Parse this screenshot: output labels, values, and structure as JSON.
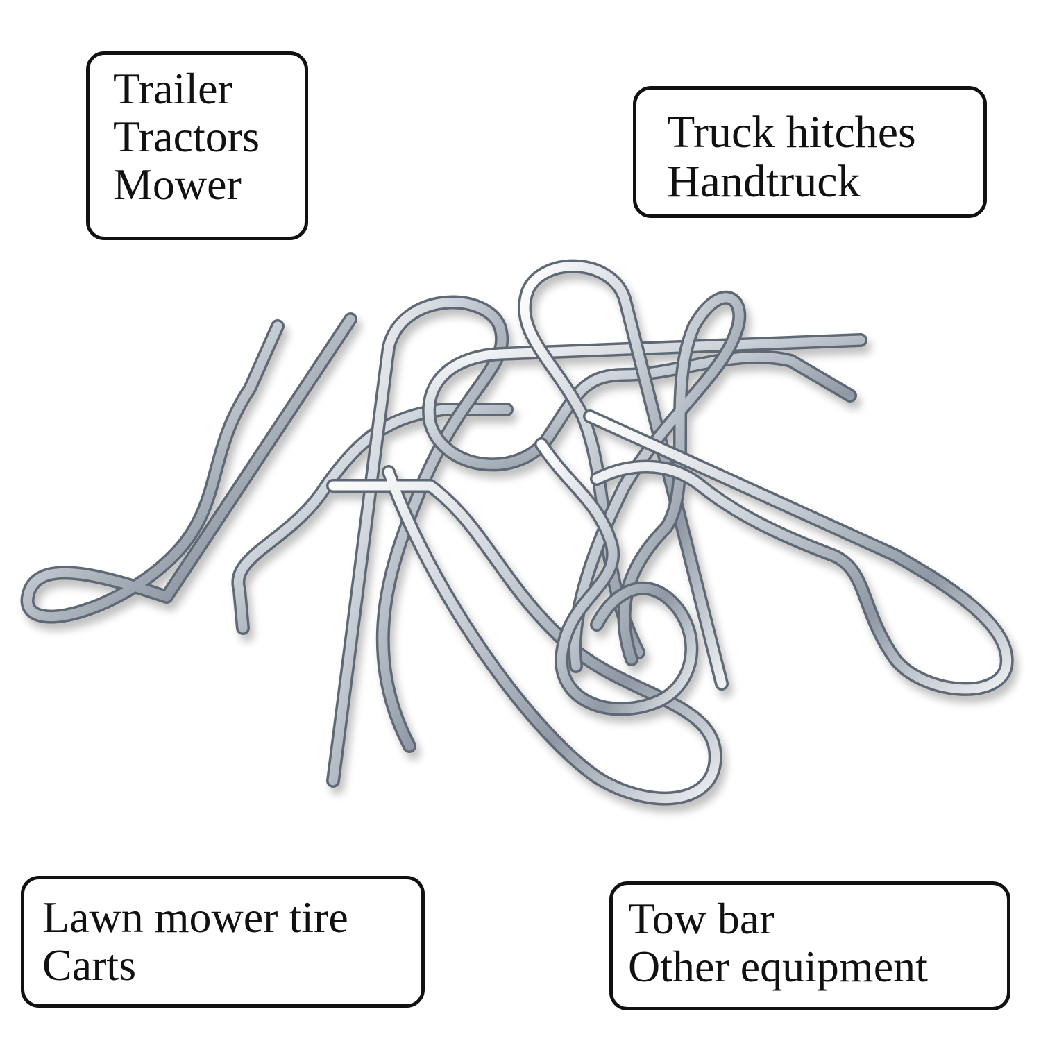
{
  "labels": {
    "top_left": [
      "Trailer",
      "Tractors",
      "Mower"
    ],
    "top_right": [
      "Truck hitches",
      "Handtruck"
    ],
    "bottom_left": [
      "Lawn mower tire",
      "Carts"
    ],
    "bottom_right": [
      "Tow bar",
      "Other equipment"
    ]
  },
  "colors": {
    "background": "#ffffff",
    "metal_light": "#f2f4f7",
    "metal_mid": "#b9c0c9",
    "metal_dark": "#5f6874",
    "border": "#111111"
  }
}
